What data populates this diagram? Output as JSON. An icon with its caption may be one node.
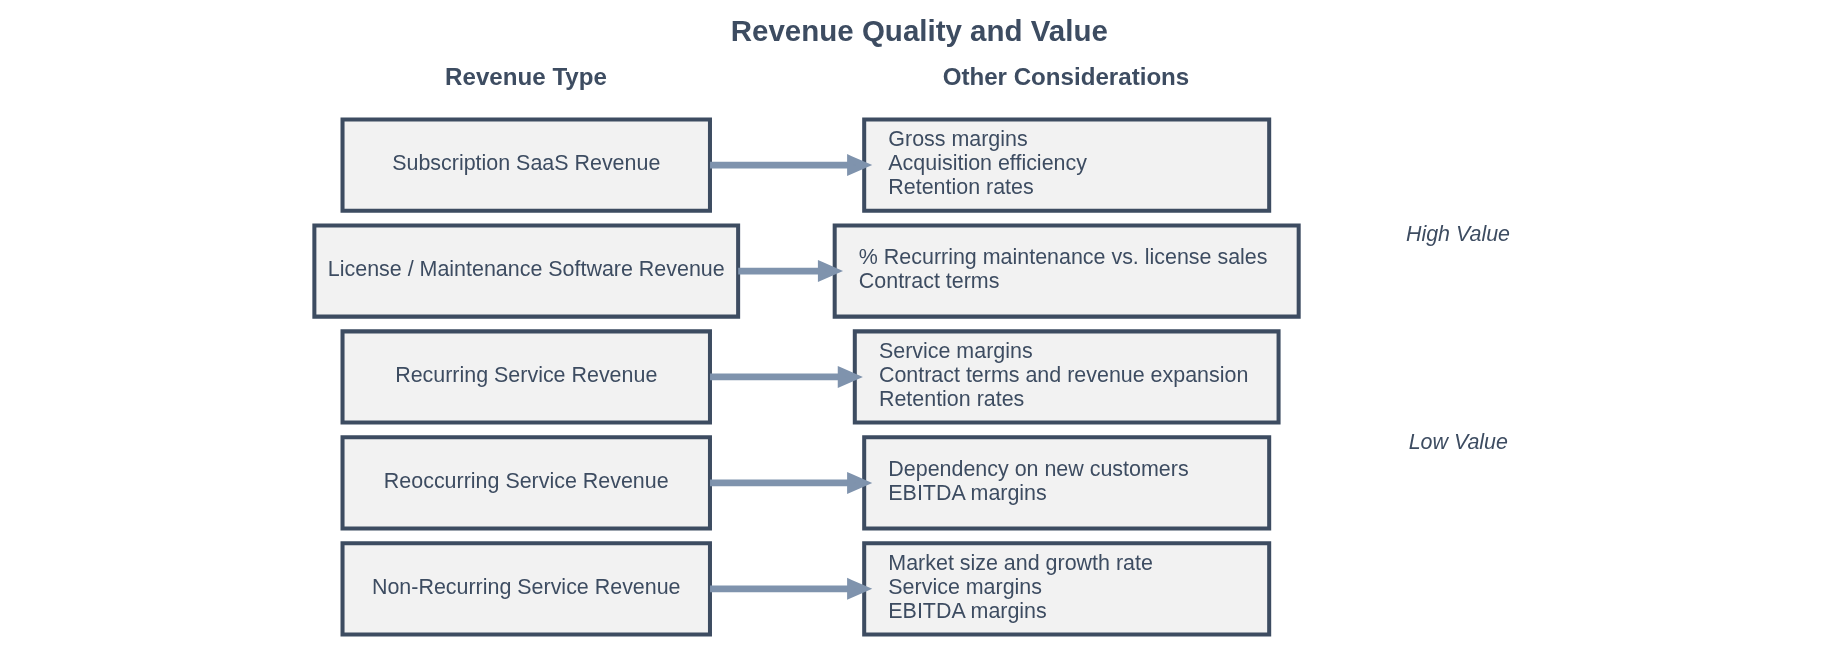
{
  "diagram": {
    "title": "Revenue Quality and Value",
    "nodes": [
      {
        "text": [
          "Subscription SaaS Revenue"
        ]
      },
      {
        "text": [
          "License / Maintenance Software Revenue"
        ]
      },
      {
        "text": [
          "Recurring Service Revenue"
        ]
      },
      {
        "text": [
          "Reoccurring Service Revenue"
        ]
      },
      {
        "text": [
          "Non-Recurring Service Revenue"
        ]
      },
      {
        "text": [
          "Gross margins",
          "Acquisition efficiency",
          "Retention rates"
        ]
      },
      {
        "text": [
          "% Recurring maintenance vs. license sales",
          "Contract terms"
        ]
      },
      {
        "text": [
          "Service margins",
          "Contract terms and revenue expansion",
          "Retention rates"
        ]
      },
      {
        "text": [
          "Dependency on new customers",
          "EBITDA margins"
        ]
      },
      {
        "text": [
          "Market size and growth rate",
          "Service margins",
          "EBITDA margins"
        ]
      }
    ],
    "edges": [
      {
        "from": 0,
        "to": 5,
        "arrow": "to"
      },
      {
        "from": 1,
        "to": 6,
        "arrow": "to"
      },
      {
        "from": 2,
        "to": 7,
        "arrow": "to"
      },
      {
        "from": 3,
        "to": 8,
        "arrow": "to"
      },
      {
        "from": 4,
        "to": 9,
        "arrow": "to"
      }
    ],
    "labels": [
      "Revenue Type",
      "Other Considerations",
      "High Value",
      "Low Value"
    ]
  }
}
